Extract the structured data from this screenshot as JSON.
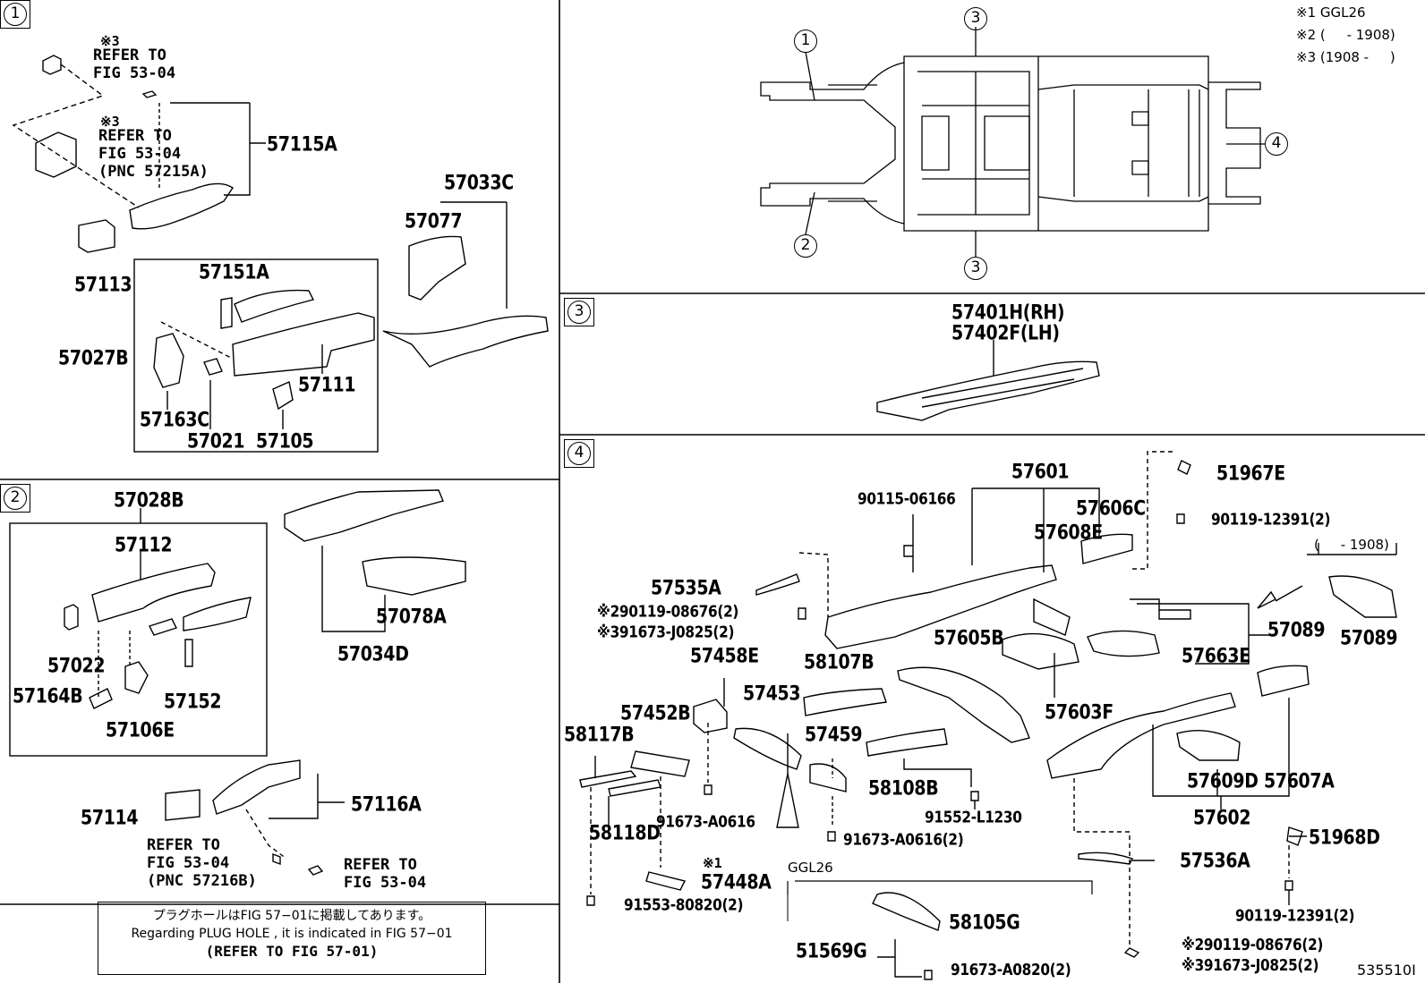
{
  "section_markers": {
    "s1": "1",
    "s2": "2",
    "s3": "3",
    "s4": "4"
  },
  "legend": {
    "l1": "※1 GGL26",
    "l2": "※2 (     - 1908)",
    "l3": "※3 (1908 -     )"
  },
  "overview_markers": {
    "m1": "1",
    "m2": "2",
    "m3a": "3",
    "m3b": "3",
    "m4": "4"
  },
  "section1": {
    "note_a_mark": "※3",
    "note_a": "REFER TO\nFIG 53-04",
    "note_b_mark": "※3",
    "note_b": "REFER TO\nFIG 53-04\n(PNC 57215A)",
    "parts": {
      "p57115A": "57115A",
      "p57113": "57113",
      "p57151A": "57151A",
      "p57027B": "57027B",
      "p57163C": "57163C",
      "p57021": "57021",
      "p57105": "57105",
      "p57111": "57111",
      "p57033C": "57033C",
      "p57077": "57077"
    }
  },
  "section2": {
    "parts": {
      "p57028B": "57028B",
      "p57112": "57112",
      "p57022": "57022",
      "p57164B": "57164B",
      "p57106E": "57106E",
      "p57152": "57152",
      "p57078A": "57078A",
      "p57034D": "57034D",
      "p57114": "57114",
      "p57116A": "57116A"
    },
    "note_c": "REFER TO\nFIG 53-04\n(PNC 57216B)",
    "note_d": "REFER TO\nFIG 53-04"
  },
  "refbox": {
    "line1": "プラグホールはFIG 57−01に掲載してあります。",
    "line2": "Regarding  PLUG  HOLE , it is indicated in  FIG  57−01",
    "line3": "(REFER TO FIG 57-01)"
  },
  "section3": {
    "rh": "57401H(RH)",
    "lh": "57402F(LH)"
  },
  "section4": {
    "parts": {
      "p57601": "57601",
      "p90115": "90115-06166",
      "p51967E": "51967E",
      "p57606C": "57606C",
      "p90119a": "90119-12391(2)",
      "p57608E": "57608E",
      "p57535A": "57535A",
      "p90119_08676a": "※290119-08676(2)",
      "p91673_J0825a": "※391673-J0825(2)",
      "p57089a": "57089",
      "p57089b": "57089",
      "p1908": "(     - 1908)",
      "p57605B": "57605B",
      "p57663E": "57663E",
      "p57458E": "57458E",
      "p58107B": "58107B",
      "p57453": "57453",
      "p57603F": "57603F",
      "p57452B": "57452B",
      "p57459": "57459",
      "p58117B": "58117B",
      "p58108B": "58108B",
      "p57609D": "57609D",
      "p57607A": "57607A",
      "p91552": "91552-L1230",
      "p57602": "57602",
      "p91673_A0616": "91673-A0616",
      "p58118D": "58118D",
      "p91673_A0616_2": "91673-A0616(2)",
      "p51968D": "51968D",
      "ggl26": "GGL26",
      "p57536A": "57536A",
      "mark1": "※1",
      "p57448A": "57448A",
      "p91553": "91553-80820(2)",
      "p90119b": "90119-12391(2)",
      "p58105G": "58105G",
      "p51569G": "51569G",
      "p91673_A0820": "91673-A0820(2)",
      "p90119_08676b": "※290119-08676(2)",
      "p91673_J0825b": "※391673-J0825(2)"
    }
  },
  "doc_id": "535510I"
}
